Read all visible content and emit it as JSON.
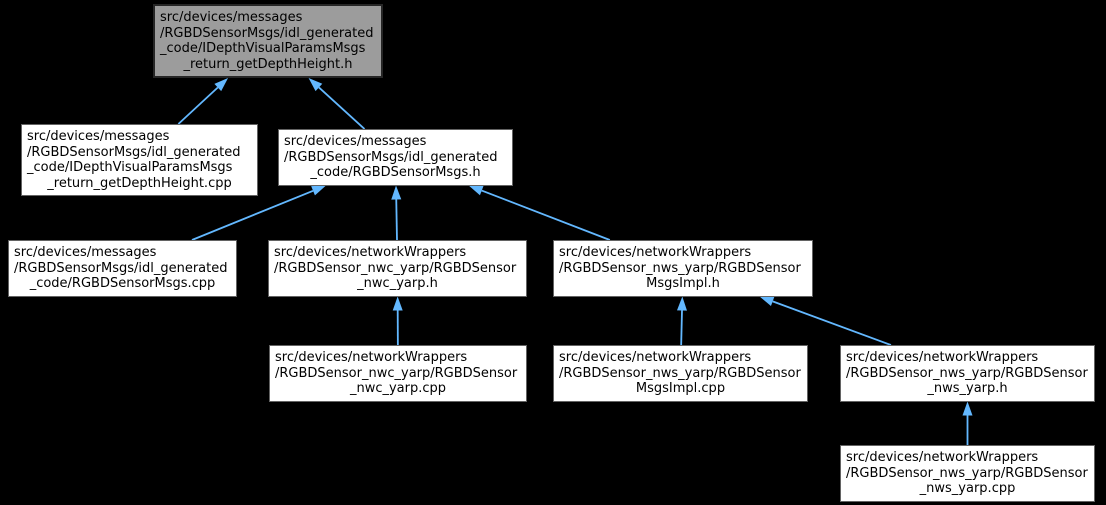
{
  "diagram": {
    "background_color": "#000000",
    "edge_color": "#63b8ff",
    "node_fill": "#ffffff",
    "current_node_fill": "#9c9c9c",
    "node_border_color": "#636363",
    "text_color": "#000000"
  },
  "nodes": [
    {
      "id": "n0",
      "current": true,
      "label": "src/devices/messages\n/RGBDSensorMsgs/idl_generated\n_code/IDepthVisualParamsMsgs\n_return_getDepthHeight.h"
    },
    {
      "id": "n1",
      "label": "src/devices/messages\n/RGBDSensorMsgs/idl_generated\n_code/IDepthVisualParamsMsgs\n_return_getDepthHeight.cpp"
    },
    {
      "id": "n2",
      "label": "src/devices/messages\n/RGBDSensorMsgs/idl_generated\n_code/RGBDSensorMsgs.h"
    },
    {
      "id": "n3",
      "label": "src/devices/messages\n/RGBDSensorMsgs/idl_generated\n_code/RGBDSensorMsgs.cpp"
    },
    {
      "id": "n4",
      "label": "src/devices/networkWrappers\n/RGBDSensor_nwc_yarp/RGBDSensor\n_nwc_yarp.h"
    },
    {
      "id": "n5",
      "label": "src/devices/networkWrappers\n/RGBDSensor_nws_yarp/RGBDSensor\nMsgsImpl.h"
    },
    {
      "id": "n6",
      "label": "src/devices/networkWrappers\n/RGBDSensor_nwc_yarp/RGBDSensor\n_nwc_yarp.cpp"
    },
    {
      "id": "n7",
      "label": "src/devices/networkWrappers\n/RGBDSensor_nws_yarp/RGBDSensor\nMsgsImpl.cpp"
    },
    {
      "id": "n8",
      "label": "src/devices/networkWrappers\n/RGBDSensor_nws_yarp/RGBDSensor\n_nws_yarp.h"
    },
    {
      "id": "n9",
      "label": "src/devices/networkWrappers\n/RGBDSensor_nws_yarp/RGBDSensor\n_nws_yarp.cpp"
    }
  ],
  "edges": [
    {
      "from": "n1",
      "to": "n0"
    },
    {
      "from": "n2",
      "to": "n0"
    },
    {
      "from": "n3",
      "to": "n2"
    },
    {
      "from": "n4",
      "to": "n2"
    },
    {
      "from": "n5",
      "to": "n2"
    },
    {
      "from": "n6",
      "to": "n4"
    },
    {
      "from": "n7",
      "to": "n5"
    },
    {
      "from": "n8",
      "to": "n5"
    },
    {
      "from": "n9",
      "to": "n8"
    }
  ]
}
